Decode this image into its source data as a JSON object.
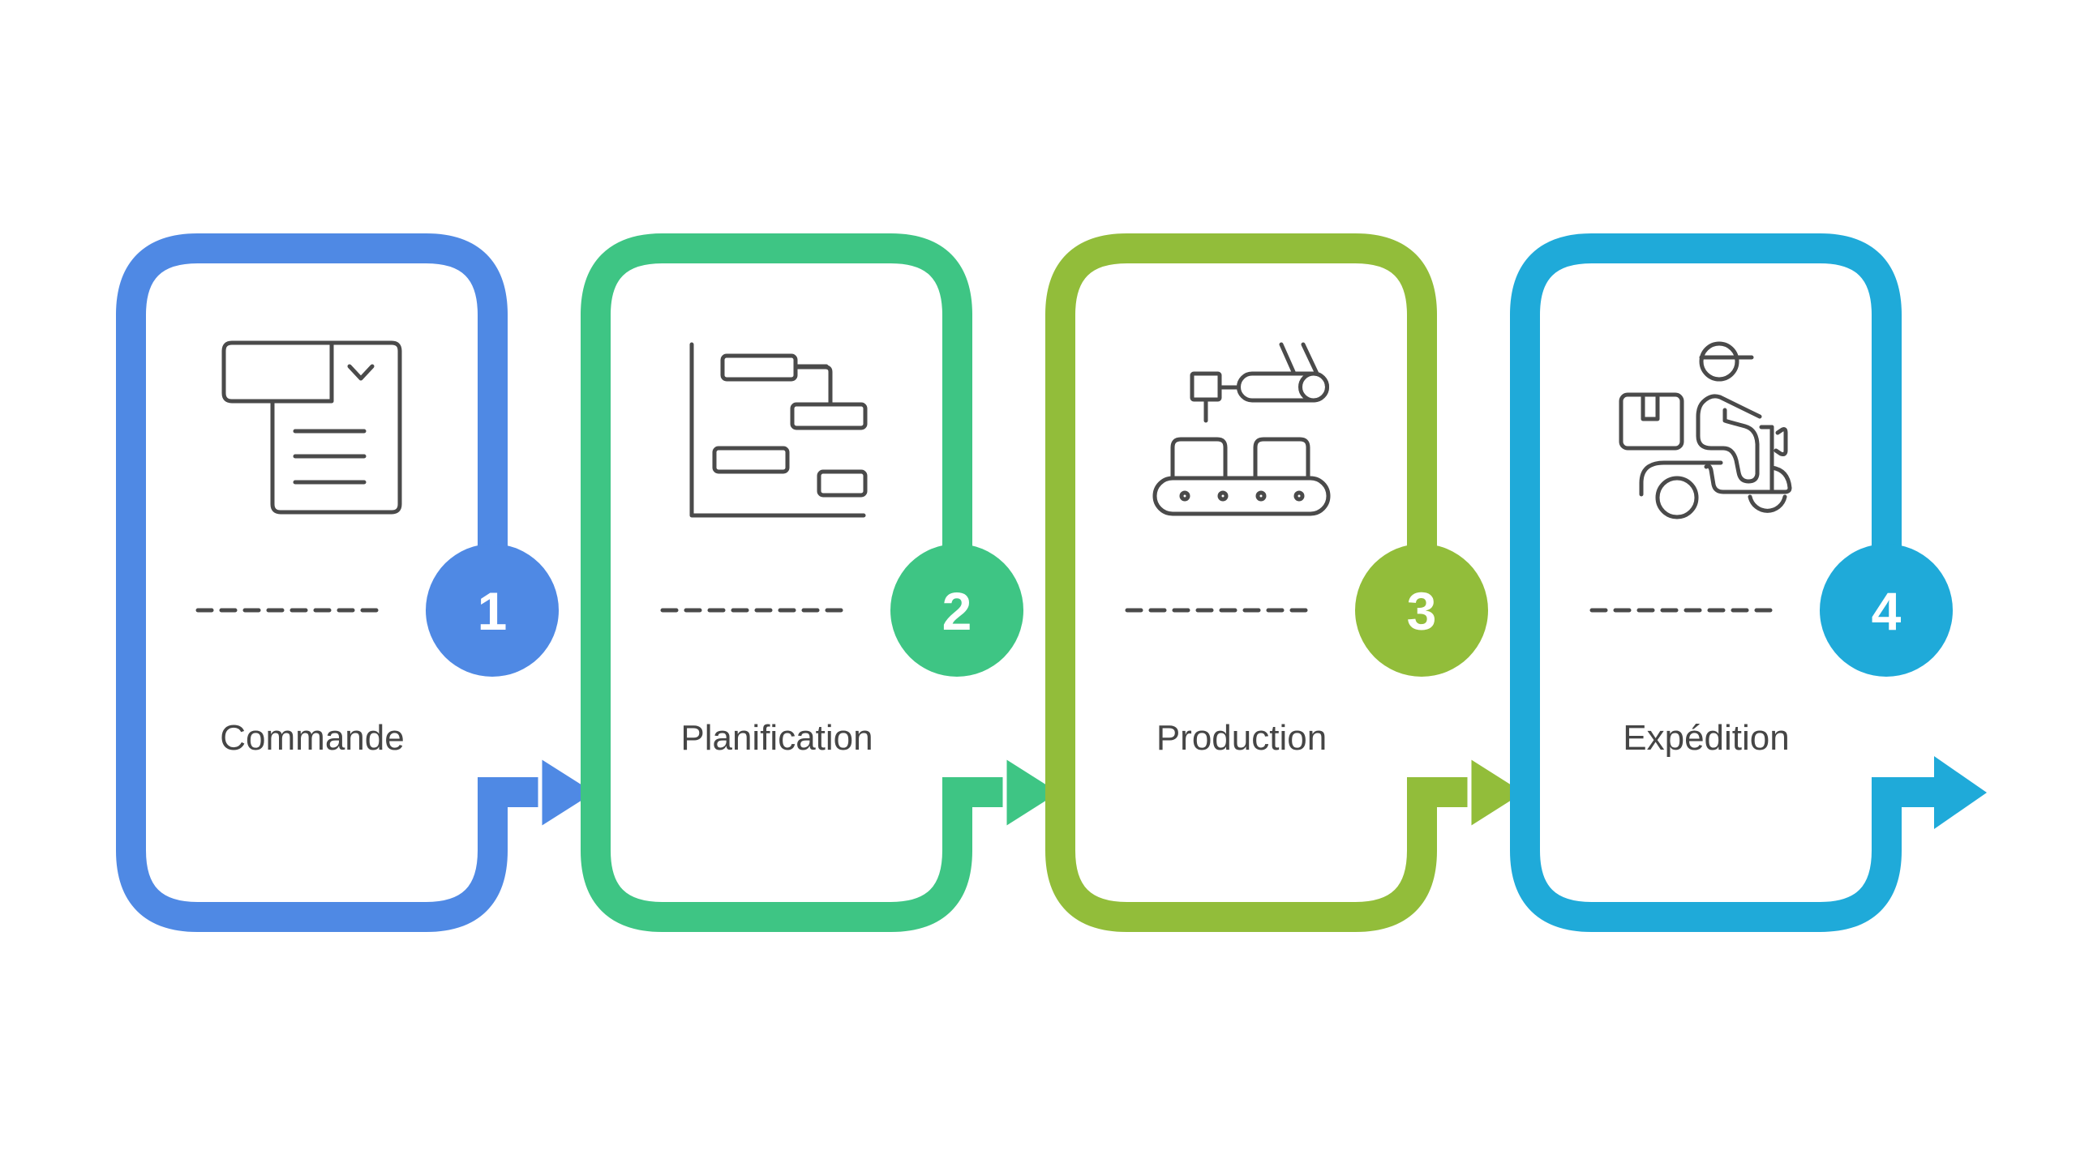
{
  "title": "Processus de commande",
  "steps": [
    {
      "number": "1",
      "label": "Commande",
      "icon": "order-form-icon",
      "color": "#4F89E4"
    },
    {
      "number": "2",
      "label": "Planification",
      "icon": "gantt-chart-icon",
      "color": "#3EC584"
    },
    {
      "number": "3",
      "label": "Production",
      "icon": "conveyor-robot-icon",
      "color": "#92BD3A"
    },
    {
      "number": "4",
      "label": "Expédition",
      "icon": "delivery-scooter-icon",
      "color": "#1FAAD9"
    }
  ]
}
